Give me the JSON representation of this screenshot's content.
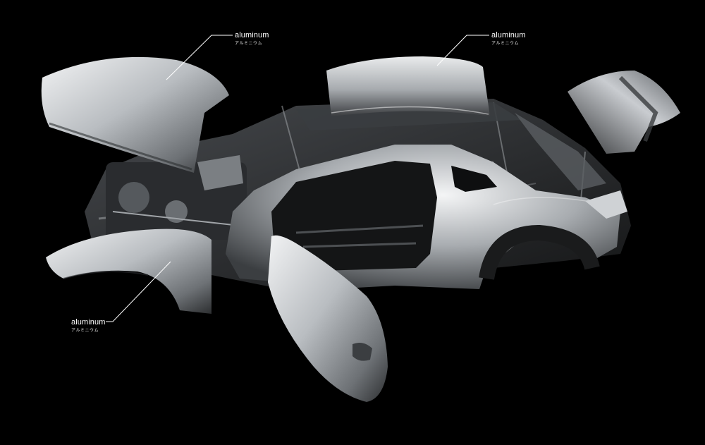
{
  "callouts": [
    {
      "id": "hood",
      "label": "aluminum",
      "sublabel": "アルミニウム"
    },
    {
      "id": "roof",
      "label": "aluminum",
      "sublabel": "アルミニウム"
    },
    {
      "id": "fender",
      "label": "aluminum",
      "sublabel": "アルミニウム"
    }
  ],
  "colors": {
    "background": "#000000",
    "metal_light": "#e6e8ea",
    "metal_mid": "#9ea2a6",
    "metal_dark": "#2a2c2e",
    "callout_line": "#ffffff"
  }
}
